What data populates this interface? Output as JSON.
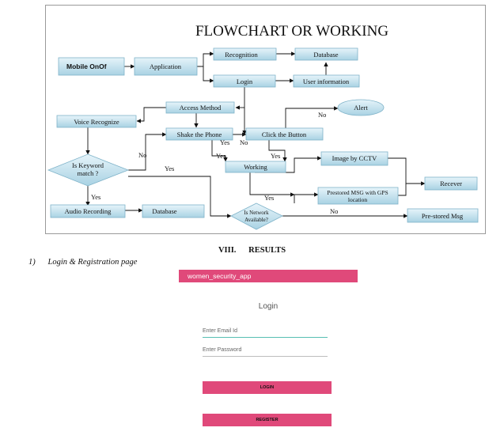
{
  "flowchart": {
    "title": "FLOWCHART OR WORKING",
    "nodes": {
      "mobile": "Mobile OnOf",
      "application": "Application",
      "recognition": "Recognition",
      "database_top": "Database",
      "login": "Login",
      "user_info": "User information",
      "access": "Access Method",
      "voice": "Voice Recognize",
      "shake": "Shake the Phone",
      "click": "Click the Button",
      "alert": "Alert",
      "keyword_1": "Is Keyword",
      "keyword_2": "match ?",
      "working": "Working",
      "cctv": "Image by CCTV",
      "receiver": "Recever",
      "prestored_1": "Prestored MSG with GPS",
      "prestored_2": "location",
      "audio": "Audio Recording",
      "database_bottom": "Database",
      "network_1": "Is Network",
      "network_2": "Available?",
      "prestored_msg": "Pre-stored Msg"
    },
    "edge_labels": {
      "no_alert": "No",
      "no_keyword": "No",
      "yes_shake": "Yes",
      "no_click": "No",
      "yes_shake_working": "Yes",
      "yes_click_working": "Yes",
      "yes_keyword_right": "Yes",
      "yes_keyword_down": "Yes",
      "yes_network": "Yes",
      "no_network": "No"
    }
  },
  "section_heading": "VIII.      RESULTS",
  "subsection_heading": "1)      Login & Registration page",
  "app": {
    "bar_title": "women_security_app",
    "screen_title": "Login",
    "email_placeholder": "Enter Email Id",
    "password_placeholder": "Enter Password",
    "login_button": "LOGIN",
    "register_button": "REGISTER"
  }
}
